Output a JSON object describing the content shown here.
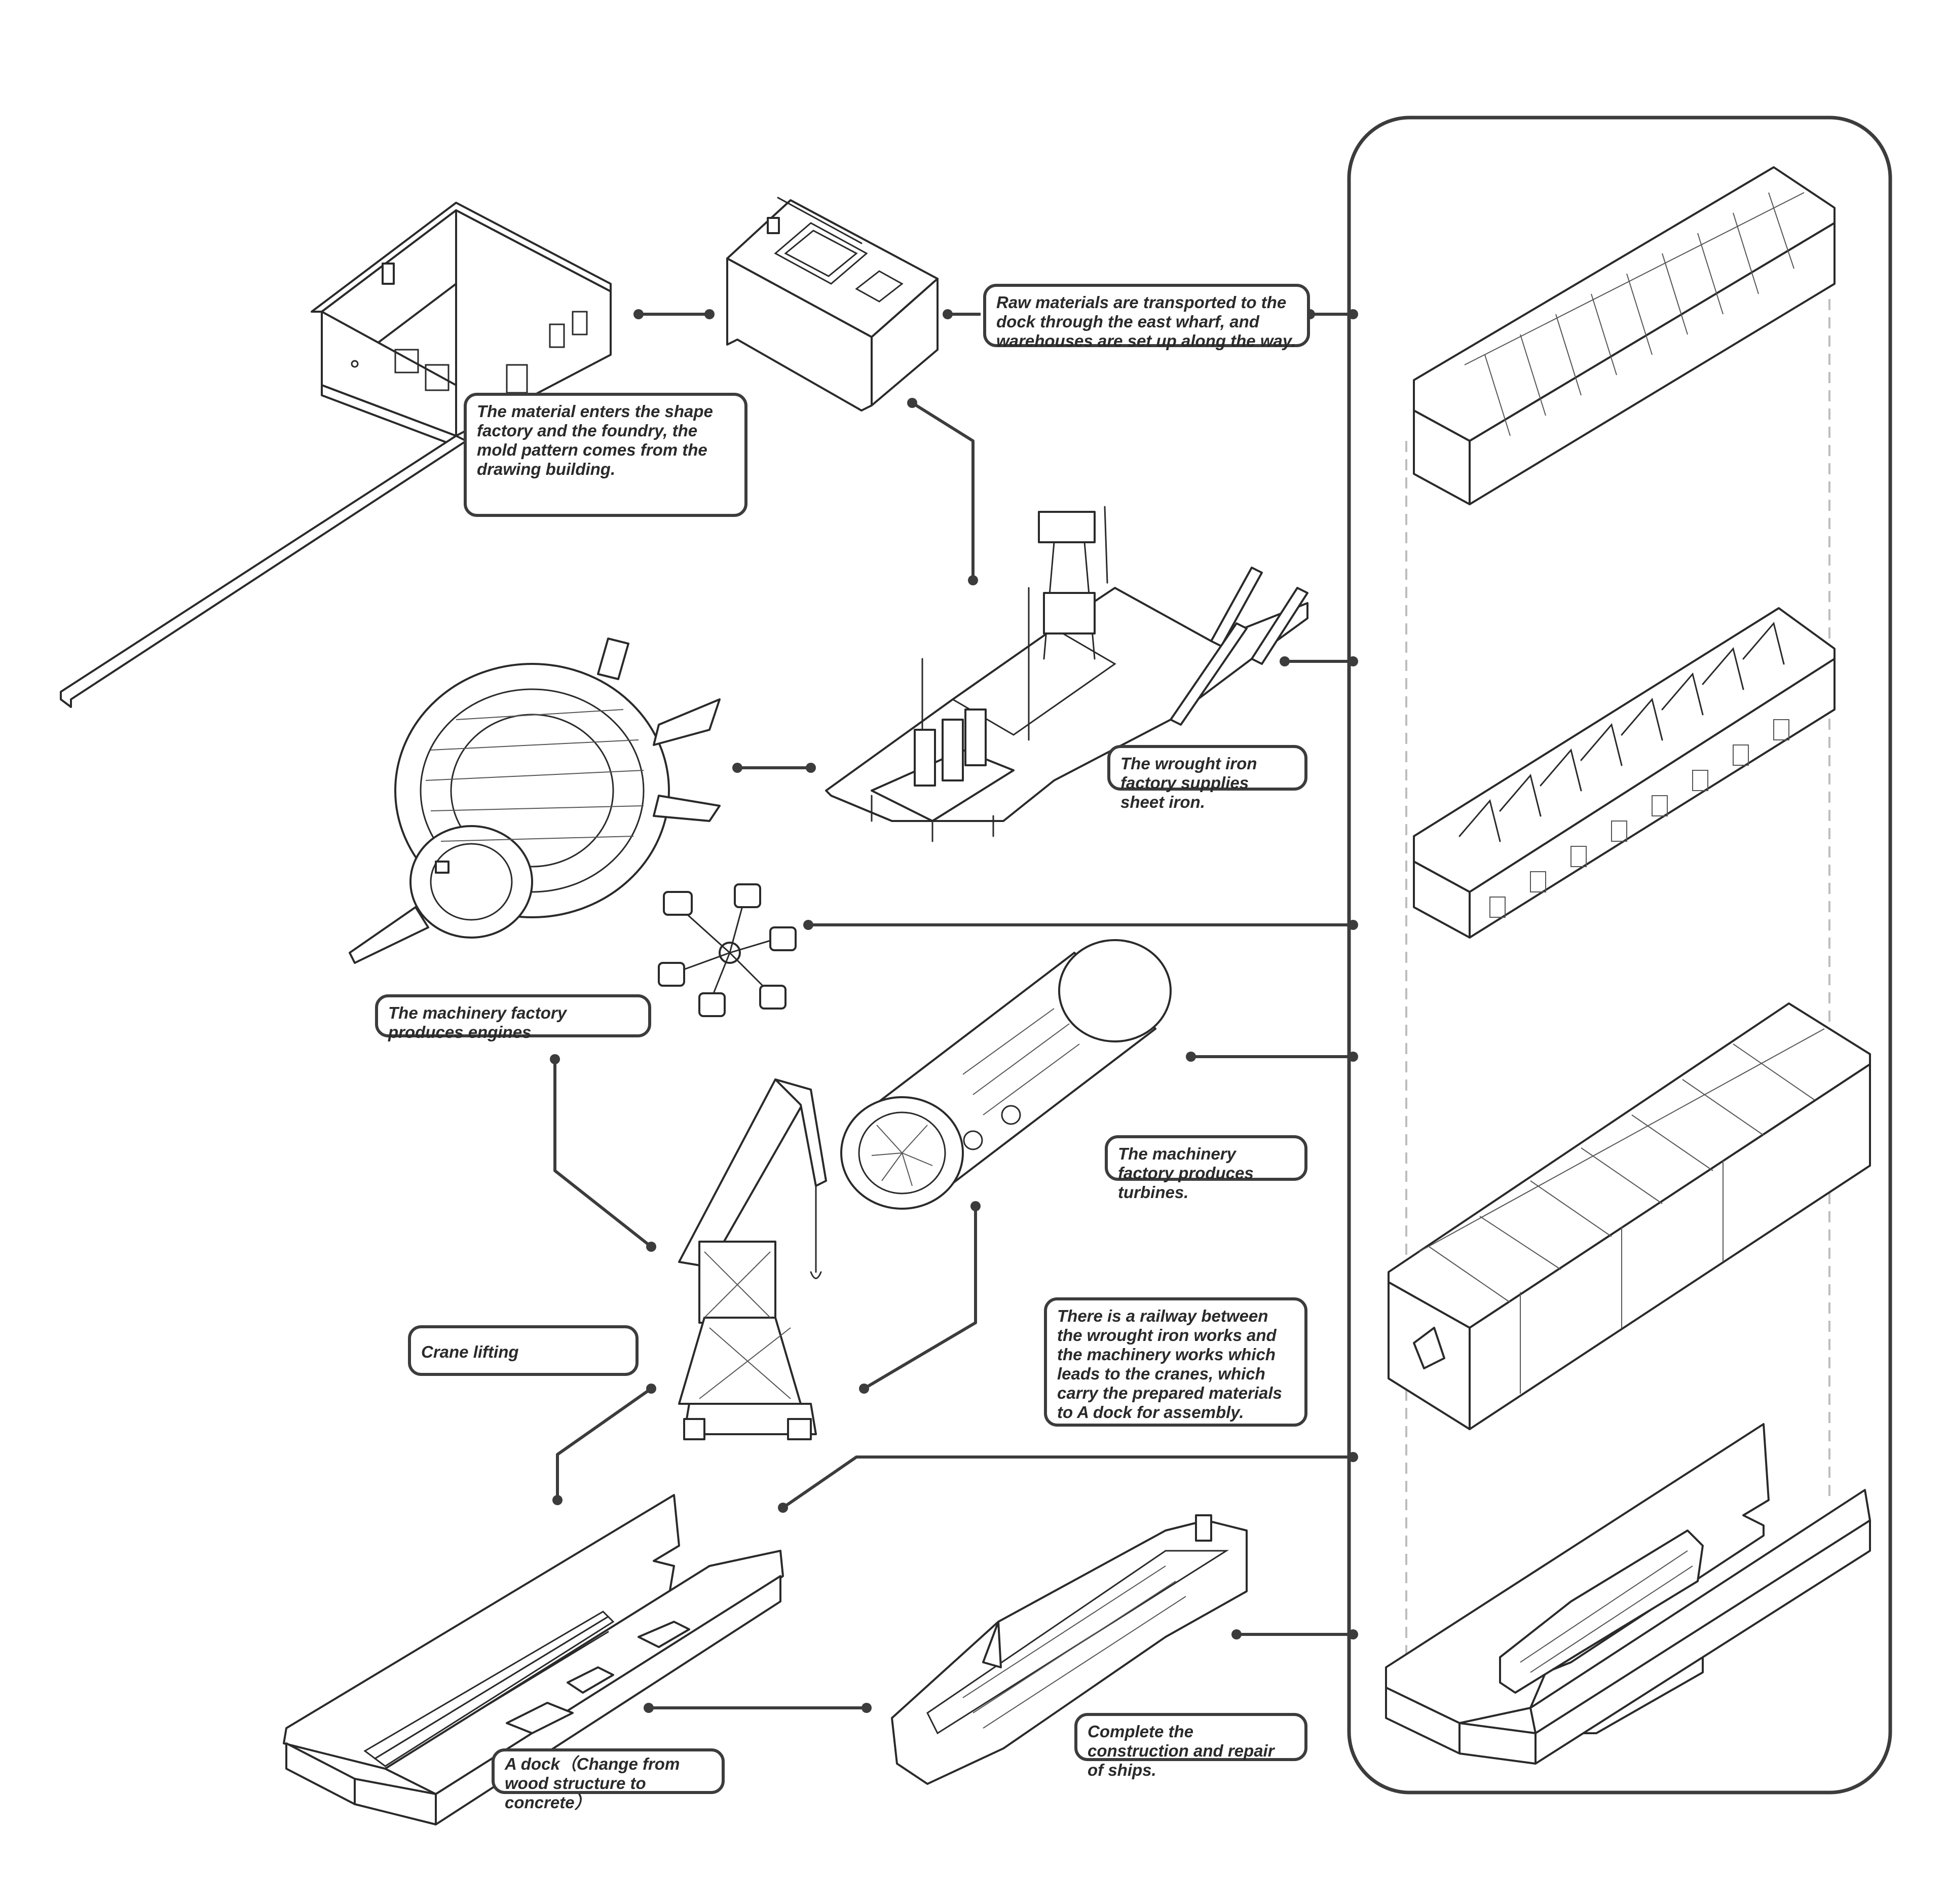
{
  "colors": {
    "line": "#3c3c3c",
    "background": "#ffffff",
    "dashed": "#bdbdbd"
  },
  "labels": {
    "raw_materials": "Raw materials are transported to the dock through the east wharf, and warehouses are set up along the way.",
    "shape_factory": "The material enters the shape factory and the foundry, the mold pattern comes from the drawing building.",
    "wrought_iron": "The wrought iron factory supplies sheet iron.",
    "engines": "The machinery factory produces engines",
    "turbines": "The machinery factory produces turbines.",
    "crane": "Crane lifting",
    "railway": "There is a railway between the wrought iron works and the machinery works which leads to the cranes, which carry the prepared materials to A dock for assembly.",
    "dock": "A dock（Change from wood structure to concrete）",
    "ships": "Complete the construction and repair of ships."
  },
  "illustrations": [
    "drawing-office-house",
    "drawing-desk",
    "wrought-iron-factory",
    "radial-engine",
    "piston-assembly",
    "turbine",
    "crane",
    "a-dock",
    "ship",
    "long-shed-arched",
    "sawtooth-workshop",
    "gable-hall",
    "dry-dock-with-ship"
  ]
}
